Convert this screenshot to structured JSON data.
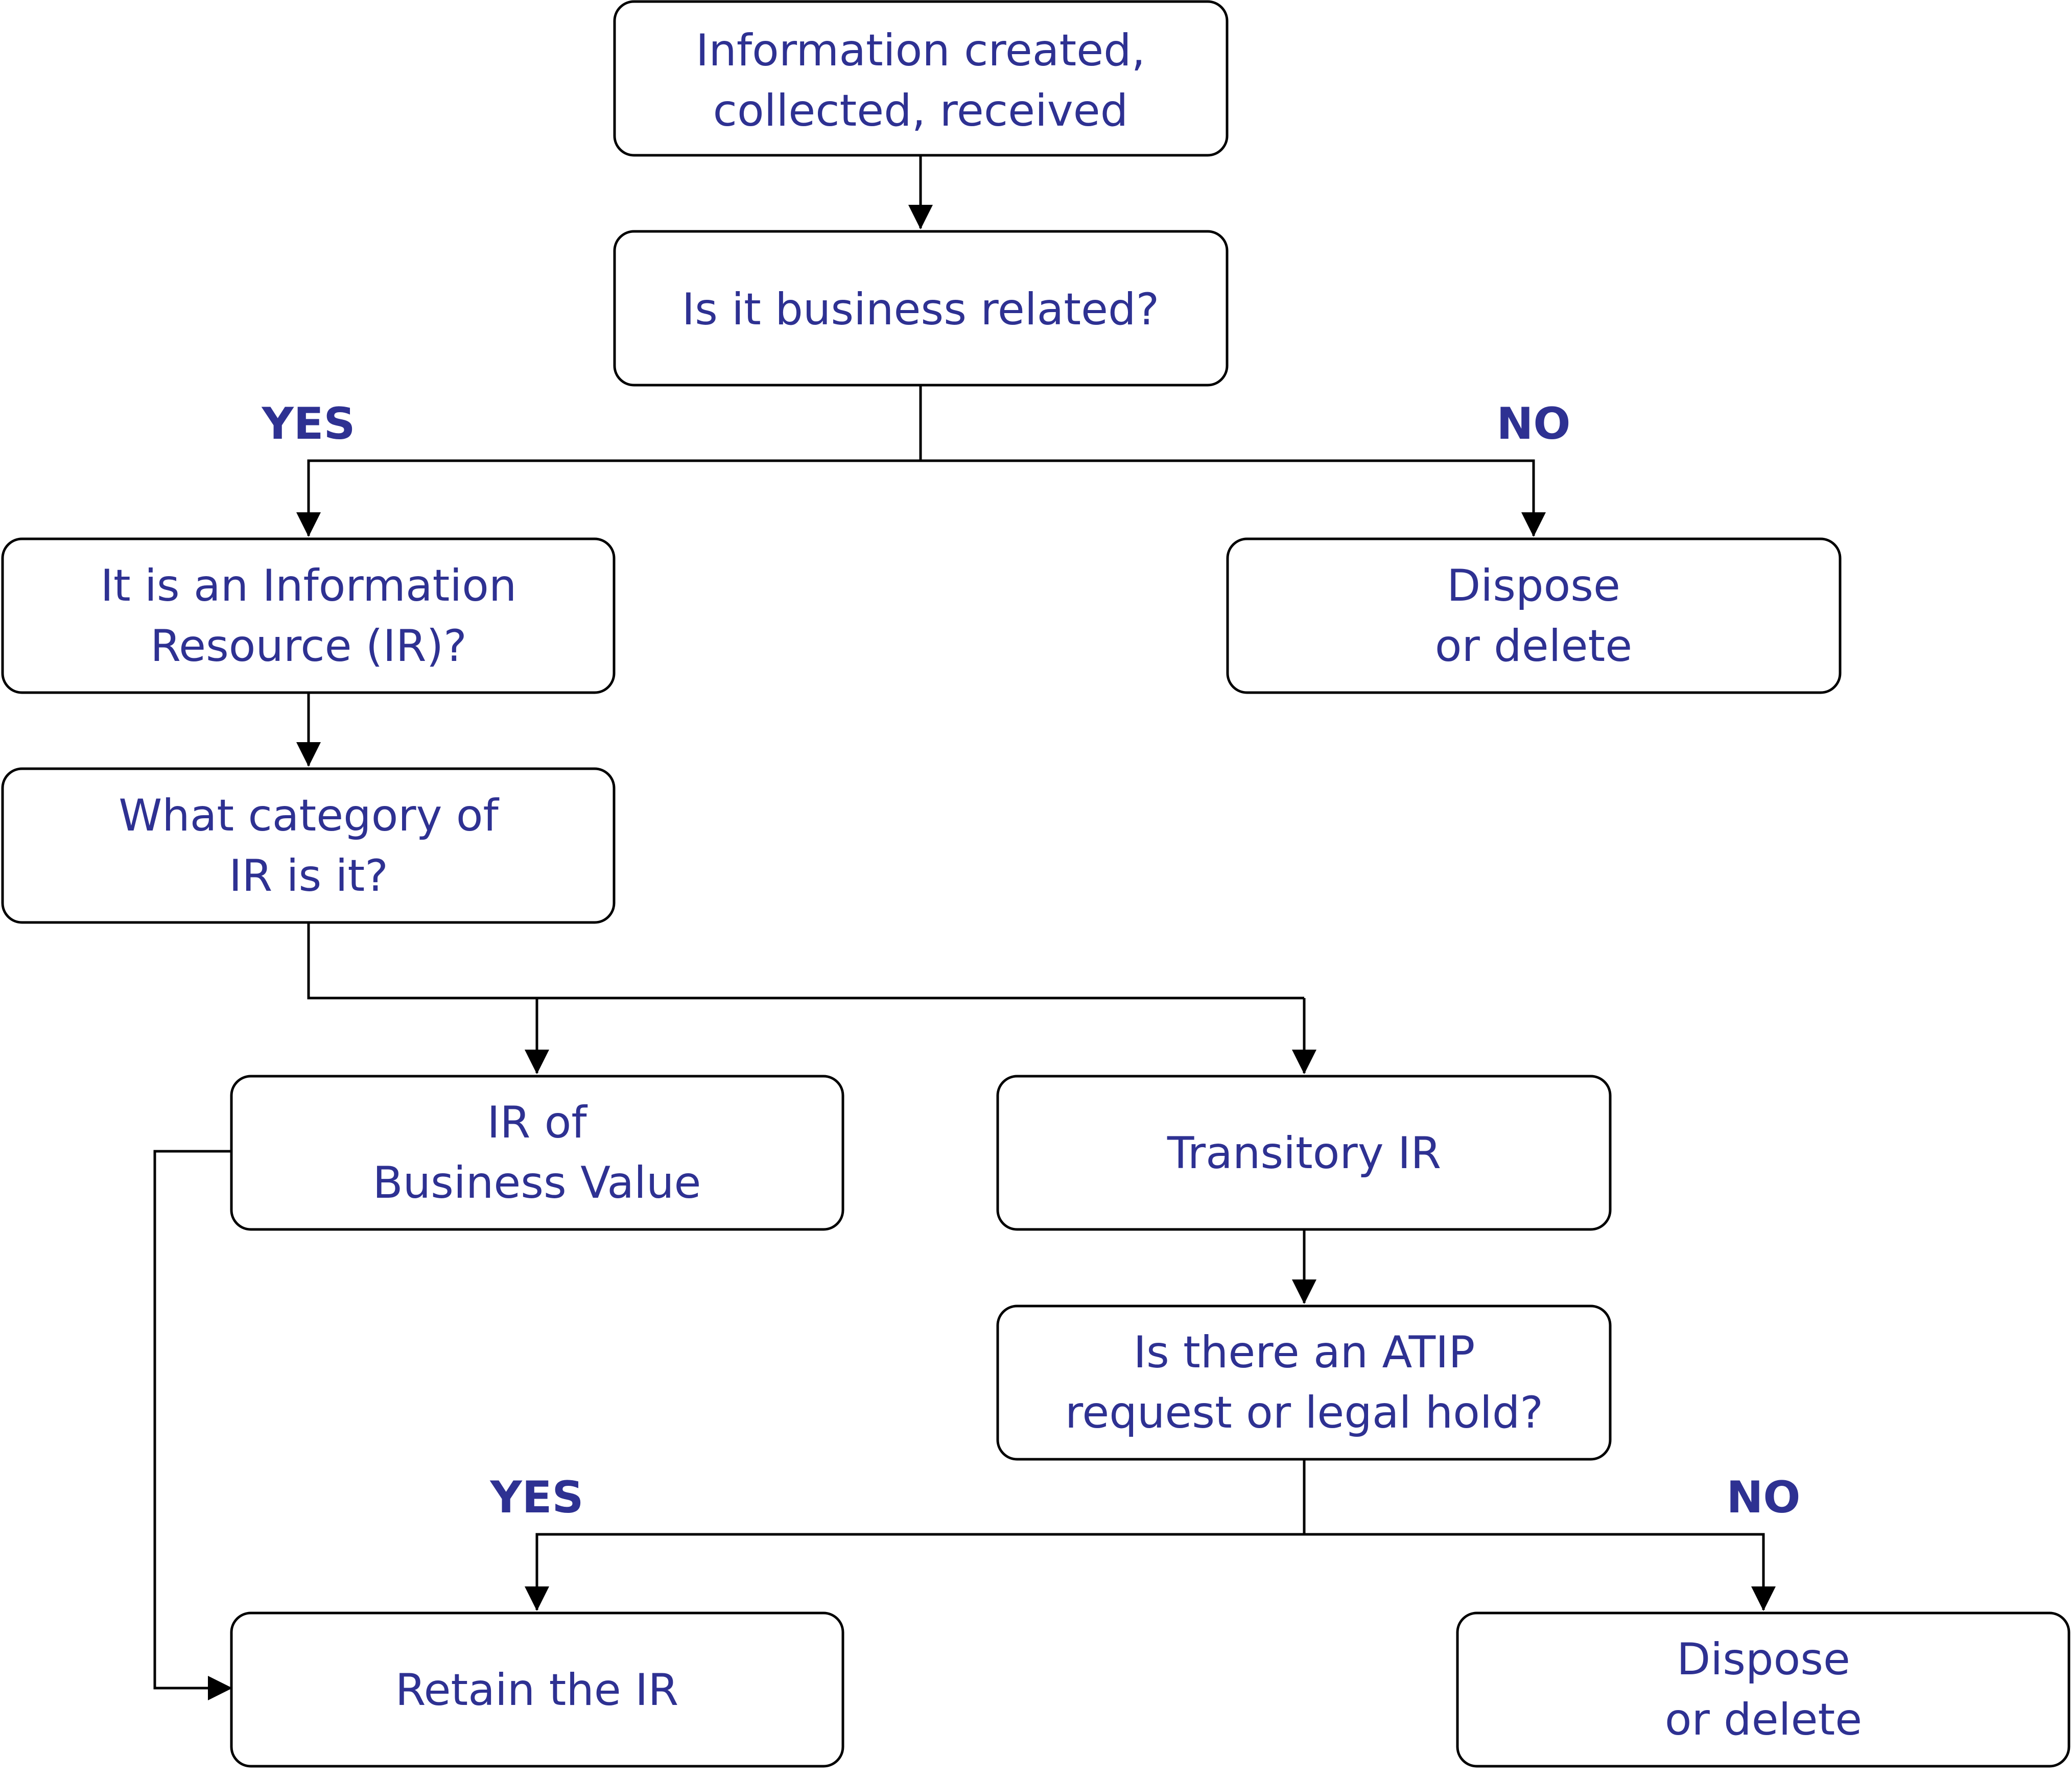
{
  "colors": {
    "text": "#2e3192",
    "stroke": "#000000",
    "background": "#ffffff"
  },
  "nodes": {
    "info_created": {
      "lines": [
        "Information created,",
        "collected, received"
      ]
    },
    "business_related": {
      "lines": [
        "Is it business related?"
      ]
    },
    "information_resource": {
      "lines": [
        "It is an Information",
        "Resource (IR)?"
      ]
    },
    "dispose_top": {
      "lines": [
        "Dispose",
        "or delete"
      ]
    },
    "category": {
      "lines": [
        "What category of",
        "IR is it?"
      ]
    },
    "business_value": {
      "lines": [
        "IR of",
        "Business Value"
      ]
    },
    "transitory": {
      "lines": [
        "Transitory IR"
      ]
    },
    "atip": {
      "lines": [
        "Is there an ATIP",
        "request or legal hold?"
      ]
    },
    "retain": {
      "lines": [
        "Retain the IR"
      ]
    },
    "dispose_bottom": {
      "lines": [
        "Dispose",
        "or delete"
      ]
    }
  },
  "labels": {
    "yes_top": "YES",
    "no_top": "NO",
    "yes_bottom": "YES",
    "no_bottom": "NO"
  }
}
